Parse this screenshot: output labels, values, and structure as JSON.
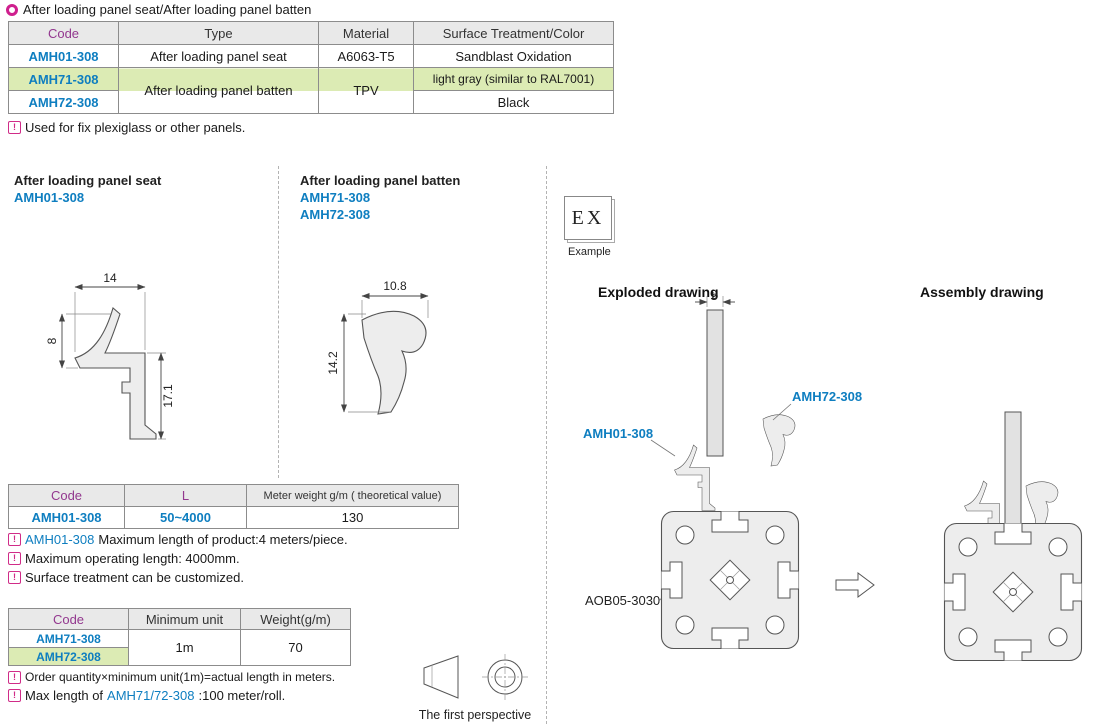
{
  "page": {
    "title": "After loading panel seat/After loading panel batten",
    "usage_note": "Used for fix plexiglass or other panels."
  },
  "main_table": {
    "headers": {
      "code": "Code",
      "type": "Type",
      "material": "Material",
      "surface": "Surface Treatment/Color"
    },
    "rows": [
      {
        "code": "AMH01-308",
        "type": "After loading panel seat",
        "material": "A6063-T5",
        "surface": "Sandblast Oxidation"
      },
      {
        "code": "AMH71-308",
        "type": "After loading panel batten",
        "material": "TPV",
        "surface": "light gray (similar to RAL7001)"
      },
      {
        "code": "AMH72-308",
        "surface": "Black"
      }
    ]
  },
  "drawings": {
    "seat": {
      "title": "After loading panel seat",
      "code": "AMH01-308",
      "dims": {
        "width": "14",
        "height_left": "8",
        "height_right": "17.1"
      }
    },
    "batten": {
      "title": "After loading panel batten",
      "code1": "AMH71-308",
      "code2": "AMH72-308",
      "dims": {
        "width": "10.8",
        "height": "14.2"
      }
    }
  },
  "example": {
    "label": "EX",
    "caption": "Example"
  },
  "exploded": {
    "title": "Exploded drawing",
    "panel_dim": "5",
    "label_seat": "AMH01-308",
    "label_batten": "AMH72-308",
    "label_profile": "AOB05-3030"
  },
  "assembly": {
    "title": "Assembly drawing"
  },
  "l_table": {
    "headers": {
      "code": "Code",
      "l": "L",
      "weight": "Meter weight g/m ( theoretical value)"
    },
    "row": {
      "code": "AMH01-308",
      "l": "50~4000",
      "weight": "130"
    }
  },
  "l_notes": {
    "n1_code": "AMH01-308",
    "n1_text": "Maximum length of  product:4 meters/piece.",
    "n2": "Maximum operating length: 4000mm.",
    "n3": "Surface treatment can be customized."
  },
  "unit_table": {
    "headers": {
      "code": "Code",
      "unit": "Minimum unit",
      "weight": "Weight(g/m)"
    },
    "rows": [
      {
        "code": "AMH71-308"
      },
      {
        "code": "AMH72-308"
      }
    ],
    "merged": {
      "unit": "1m",
      "weight": "70"
    }
  },
  "unit_notes": {
    "n1": "Order quantity×minimum unit(1m)=actual length in meters.",
    "n2_pre": "Max length of ",
    "n2_code": "AMH71/72-308",
    "n2_post": " :100 meter/roll."
  },
  "perspective": {
    "caption": "The first perspective"
  },
  "colors": {
    "accent_blue": "#0e7ec0",
    "header_purple": "#93388f",
    "highlight_green": "#dcebb4",
    "note_magenta": "#d02c88"
  }
}
